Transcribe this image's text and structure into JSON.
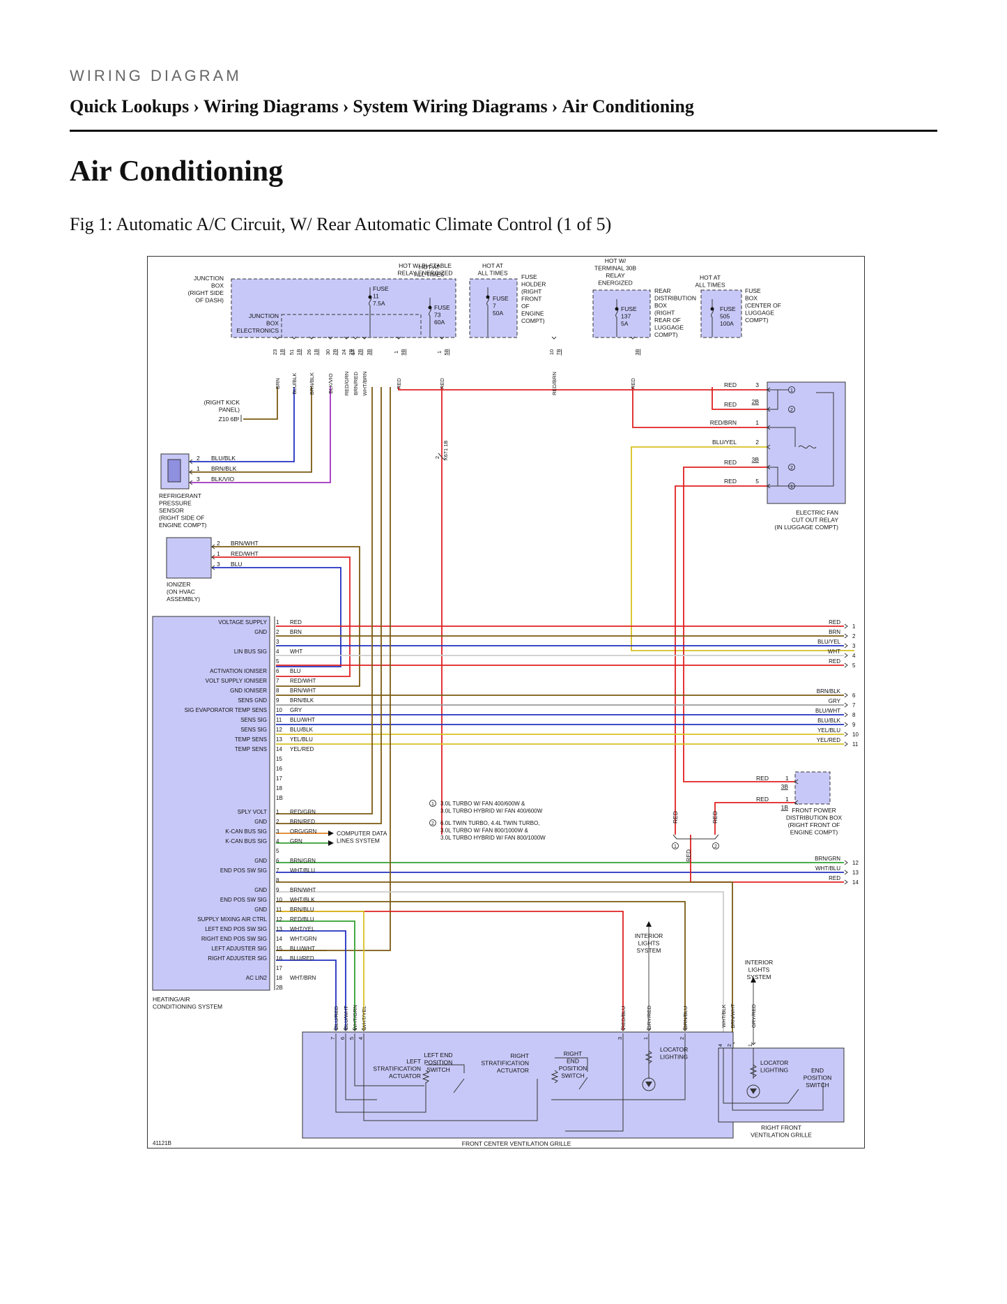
{
  "header": {
    "eyebrow": "WIRING DIAGRAM",
    "breadcrumb": [
      "Quick Lookups",
      "Wiring Diagrams",
      "System Wiring Diagrams",
      "Air Conditioning"
    ],
    "separator": "›"
  },
  "page_title": "Air Conditioning",
  "figure_caption": "Fig 1: Automatic A/C Circuit, W/ Rear Automatic Climate Control (1 of 5)",
  "diagram": {
    "figure_id": "41121B",
    "colors": {
      "RED": "#e02020",
      "BRN": "#7a5a10",
      "BLU": "#2030c0",
      "BLK": "#222222",
      "GRY": "#999999",
      "WHT": "#cccccc",
      "VIO": "#a030c0",
      "GRN": "#30a030",
      "YEL": "#d8c020",
      "ORG": "#e08020",
      "panel": "#c8c8f8"
    },
    "top_labels": {
      "hot_bistable": [
        "HOT W/ BI-STABLE",
        "RELAY ENERGIZED"
      ],
      "hot_all_1": [
        "HOT AT",
        "ALL TIMES"
      ],
      "hot_all_2": [
        "HOT AT",
        "ALL TIMES"
      ],
      "hot_30b": [
        "HOT W/",
        "TERMINAL 30B",
        "RELAY",
        "ENERGIZED"
      ],
      "hot_all_3": [
        "HOT AT",
        "ALL TIMES"
      ]
    },
    "junction_box": [
      "JUNCTION",
      "BOX",
      "(RIGHT SIDE",
      "OF DASH)"
    ],
    "jb_electronics": [
      "JUNCTION",
      "BOX",
      "ELECTRONICS"
    ],
    "fuse11": [
      "FUSE",
      "11",
      "7.5A"
    ],
    "fuse73": [
      "FUSE",
      "73",
      "60A"
    ],
    "fuse7": [
      "FUSE",
      "7",
      "50A"
    ],
    "fuse_holder": [
      "FUSE",
      "HOLDER",
      "(RIGHT",
      "FRONT",
      "OF",
      "ENGINE",
      "COMPT)"
    ],
    "fuse137": [
      "FUSE",
      "137",
      "5A"
    ],
    "rear_dist": [
      "REAR",
      "DISTRIBUTION",
      "BOX",
      "(RIGHT",
      "REAR OF",
      "LUGGAGE",
      "COMPT)"
    ],
    "fuse505": [
      "FUSE",
      "505",
      "100A"
    ],
    "fuse_box_lug": [
      "FUSE",
      "BOX",
      "(CENTER OF",
      "LUGGAGE",
      "COMPT)"
    ],
    "jb_pins": [
      {
        "pin": "23",
        "conn": "1B",
        "wire": "BRN"
      },
      {
        "pin": "51",
        "conn": "1B",
        "wire": "BLU/BLK"
      },
      {
        "pin": "26",
        "conn": "1B",
        "wire": "BRN/BLK"
      },
      {
        "pin": "30",
        "conn": "2B",
        "wire": "BLK/VIO"
      },
      {
        "pin": "24",
        "conn": "2B",
        "wire": "RED/GRN"
      },
      {
        "pin": "17",
        "conn": "2B",
        "wire": "BRN/RED"
      },
      {
        "pin": "",
        "conn": "3B",
        "wire": "WHT/BRN"
      },
      {
        "pin": "1",
        "conn": "9B",
        "wire": "RED"
      },
      {
        "pin": "1",
        "conn": "5B",
        "wire": "RED"
      },
      {
        "pin": "10",
        "conn": "7B",
        "wire": "RED/BRN"
      },
      {
        "pin": "",
        "conn": "3B",
        "wire": "RED"
      }
    ],
    "ground": {
      "label": [
        "(RIGHT KICK",
        "PANEL)"
      ],
      "id": "Z10 6B"
    },
    "splice": {
      "pin": "2",
      "id": "X671 1B"
    },
    "refrigerant_sensor": {
      "label": [
        "REFRIGERANT",
        "PRESSURE",
        "SENSOR",
        "(RIGHT SIDE OF",
        "ENGINE COMPT)"
      ],
      "pins": [
        {
          "pin": "2",
          "wire": "BLU/BLK"
        },
        {
          "pin": "1",
          "wire": "BRN/BLK"
        },
        {
          "pin": "3",
          "wire": "BLK/VIO"
        }
      ]
    },
    "ionizer": {
      "label": [
        "IONIZER",
        "(ON HVAC",
        "ASSEMBLY)"
      ],
      "pins": [
        {
          "pin": "2",
          "wire": "BRN/WHT"
        },
        {
          "pin": "1",
          "wire": "RED/WHT"
        },
        {
          "pin": "3",
          "wire": "BLU"
        }
      ]
    },
    "relay": {
      "label": [
        "ELECTRIC FAN",
        "CUT OUT RELAY",
        "(IN LUGGAGE COMPT)"
      ],
      "pins": [
        {
          "wire": "RED",
          "pin": "3",
          "conn": ""
        },
        {
          "wire": "RED",
          "pin": "",
          "conn": "2B"
        },
        {
          "wire": "RED/BRN",
          "pin": "1",
          "conn": ""
        },
        {
          "wire": "BLU/YEL",
          "pin": "2",
          "conn": ""
        },
        {
          "wire": "RED",
          "pin": "",
          "conn": "3B"
        },
        {
          "wire": "RED",
          "pin": "5",
          "conn": ""
        }
      ]
    },
    "hvac": {
      "label": [
        "HEATING/AIR",
        "CONDITIONING SYSTEM"
      ],
      "conn1": [
        {
          "pin": "1",
          "wire": "RED",
          "sig": "VOLTAGE SUPPLY"
        },
        {
          "pin": "2",
          "wire": "BRN",
          "sig": "GND"
        },
        {
          "pin": "3",
          "wire": "",
          "sig": ""
        },
        {
          "pin": "4",
          "wire": "WHT",
          "sig": "LIN BUS SIG"
        },
        {
          "pin": "5",
          "wire": "",
          "sig": ""
        },
        {
          "pin": "6",
          "wire": "BLU",
          "sig": "ACTIVATION IONISER"
        },
        {
          "pin": "7",
          "wire": "RED/WHT",
          "sig": "VOLT SUPPLY IONISER"
        },
        {
          "pin": "8",
          "wire": "BRN/WHT",
          "sig": "GND IONISER"
        },
        {
          "pin": "9",
          "wire": "BRN/BLK",
          "sig": "SENS GND"
        },
        {
          "pin": "10",
          "wire": "GRY",
          "sig": "SIG EVAPORATOR TEMP SENS"
        },
        {
          "pin": "11",
          "wire": "BLU/WHT",
          "sig": "SENS SIG"
        },
        {
          "pin": "12",
          "wire": "BLU/BLK",
          "sig": "SENS SIG"
        },
        {
          "pin": "13",
          "wire": "YEL/BLU",
          "sig": "TEMP SENS"
        },
        {
          "pin": "14",
          "wire": "YEL/RED",
          "sig": "TEMP SENS"
        },
        {
          "pin": "15",
          "wire": "",
          "sig": ""
        },
        {
          "pin": "16",
          "wire": "",
          "sig": ""
        },
        {
          "pin": "17",
          "wire": "",
          "sig": ""
        },
        {
          "pin": "18",
          "wire": "",
          "sig": ""
        },
        {
          "pin": "1B",
          "wire": "",
          "sig": ""
        }
      ],
      "conn2": [
        {
          "pin": "1",
          "wire": "RED/GRN",
          "sig": "SPLY VOLT"
        },
        {
          "pin": "2",
          "wire": "BRN/RED",
          "sig": "GND"
        },
        {
          "pin": "3",
          "wire": "ORG/GRN",
          "sig": "K-CAN BUS SIG"
        },
        {
          "pin": "4",
          "wire": "GRN",
          "sig": "K-CAN BUS SIG"
        },
        {
          "pin": "5",
          "wire": "",
          "sig": ""
        },
        {
          "pin": "6",
          "wire": "BRN/GRN",
          "sig": "GND"
        },
        {
          "pin": "7",
          "wire": "WHT/BLU",
          "sig": "END POS SW SIG"
        },
        {
          "pin": "8",
          "wire": "",
          "sig": ""
        },
        {
          "pin": "9",
          "wire": "BRN/WHT",
          "sig": "GND"
        },
        {
          "pin": "10",
          "wire": "WHT/BLK",
          "sig": "END POS SW SIG"
        },
        {
          "pin": "11",
          "wire": "BRN/BLU",
          "sig": "GND"
        },
        {
          "pin": "12",
          "wire": "RED/BLU",
          "sig": "SUPPLY MIXING AIR CTRL"
        },
        {
          "pin": "13",
          "wire": "WHT/YEL",
          "sig": "LEFT END POS SW SIG"
        },
        {
          "pin": "14",
          "wire": "WHT/GRN",
          "sig": "RIGHT END POS SW SIG"
        },
        {
          "pin": "15",
          "wire": "BLU/WHT",
          "sig": "LEFT ADJUSTER SIG"
        },
        {
          "pin": "16",
          "wire": "BLU/RED",
          "sig": "RIGHT ADJUSTER SIG"
        },
        {
          "pin": "17",
          "wire": "",
          "sig": ""
        },
        {
          "pin": "18",
          "wire": "WHT/BRN",
          "sig": "AC LIN2"
        },
        {
          "pin": "2B",
          "wire": "",
          "sig": ""
        }
      ]
    },
    "right_offpage_a": [
      {
        "wire": "RED",
        "pin": "1"
      },
      {
        "wire": "BRN",
        "pin": "2"
      },
      {
        "wire": "BLU/YEL",
        "pin": "3"
      },
      {
        "wire": "WHT",
        "pin": "4"
      },
      {
        "wire": "RED",
        "pin": "5"
      }
    ],
    "right_offpage_b": [
      {
        "wire": "BRN/BLK",
        "pin": "6"
      },
      {
        "wire": "GRY",
        "pin": "7"
      },
      {
        "wire": "BLU/WHT",
        "pin": "8"
      },
      {
        "wire": "BLU/BLK",
        "pin": "9"
      },
      {
        "wire": "YEL/BLU",
        "pin": "10"
      },
      {
        "wire": "YEL/RED",
        "pin": "11"
      }
    ],
    "right_offpage_c": [
      {
        "wire": "BRN/GRN",
        "pin": "12"
      },
      {
        "wire": "WHT/BLU",
        "pin": "13"
      },
      {
        "wire": "RED",
        "pin": "14"
      }
    ],
    "computer_data": [
      "COMPUTER DATA",
      "LINES SYSTEM"
    ],
    "notes": [
      {
        "num": "1",
        "lines": [
          "3.0L TURBO W/ FAN 400/600W &",
          "3.0L TURBO HYBRID W/ FAN 400/600W"
        ]
      },
      {
        "num": "2",
        "lines": [
          "6.0L TWIN TURBO, 4.4L TWIN TURBO,",
          "3.0L TURBO W/ FAN 800/1000W &",
          "3.0L TURBO HYBRID W/ FAN 800/1000W"
        ]
      }
    ],
    "front_power": {
      "label": [
        "FRONT POWER",
        "DISTRIBUTION BOX",
        "(RIGHT FRONT OF",
        "ENGINE COMPT)"
      ],
      "pins": [
        {
          "wire": "RED",
          "pin": "1",
          "conn": "3B"
        },
        {
          "wire": "RED",
          "pin": "1",
          "conn": "1B"
        }
      ]
    },
    "option_red": [
      "RED",
      "RED",
      "RED"
    ],
    "option_nums": [
      "1",
      "2"
    ],
    "interior_lights_1": [
      "INTERIOR",
      "LIGHTS",
      "SYSTEM"
    ],
    "interior_lights_2": [
      "INTERIOR",
      "LIGHTS",
      "SYSTEM"
    ],
    "grille_wires": [
      {
        "pin": "7",
        "wire": "BLU/RED"
      },
      {
        "pin": "6",
        "wire": "BLU/WHT"
      },
      {
        "pin": "5",
        "wire": "WHT/GRN"
      },
      {
        "pin": "4",
        "wire": "WHT/YEL"
      },
      {
        "pin": "3",
        "wire": "RED/BLU"
      },
      {
        "pin": "1",
        "wire": "GRY/RED"
      },
      {
        "pin": "2",
        "wire": "BRN/BLU"
      }
    ],
    "rf_wires": [
      {
        "pin": "4",
        "wire": "WHT/BLK"
      },
      {
        "pin": "2",
        "wire": "BRN/WHT"
      },
      {
        "pin": "1",
        "wire": "GRY/RED"
      }
    ],
    "front_grille": {
      "label": "FRONT CENTER VENTILATION GRILLE",
      "left_actuator": [
        "LEFT",
        "STRATIFICATION",
        "ACTUATOR"
      ],
      "left_switch": [
        "LEFT END",
        "POSITION",
        "SWITCH"
      ],
      "right_actuator": [
        "RIGHT",
        "STRATIFICATION",
        "ACTUATOR"
      ],
      "right_switch": [
        "RIGHT",
        "END",
        "POSITION",
        "SWITCH"
      ],
      "locator": [
        "LOCATOR",
        "LIGHTING"
      ]
    },
    "rf_grille": {
      "label": [
        "RIGHT FRONT",
        "VENTILATION GRILLE"
      ],
      "locator": [
        "LOCATOR",
        "LIGHTING"
      ],
      "switch": [
        "END",
        "POSITION",
        "SWITCH"
      ]
    }
  }
}
